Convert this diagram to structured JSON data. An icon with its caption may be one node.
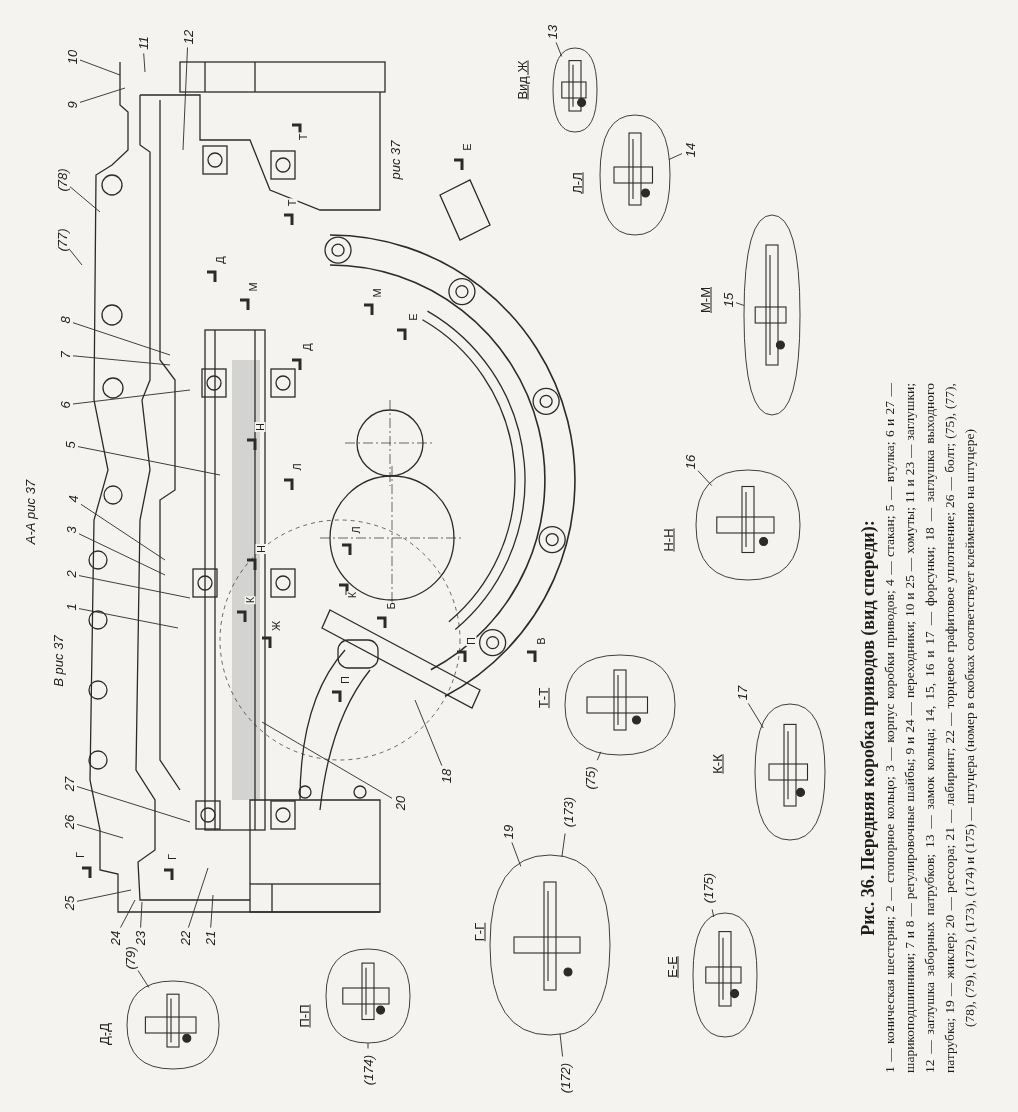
{
  "diagram": {
    "title": "Рис. 36. Передняя коробка приводов (вид спереди):",
    "caption": "1 — коническая шестерня; 2 — стопорное кольцо; 3 — корпус коробки приводов; 4 — стакан; 5 — втулка; 6 и 27 — шарикоподшипники; 7 и 8 — регулировочные шайбы; 9 и 24 — переходники; 10 и 25 — хомуты; 11 и 23 — заглушки; 12 — заглушка заборных патрубков; 13 — замок кольца; 14, 15, 16 и 17 — форсунки; 18 — заглушка выходного патрубка; 19 — жиклер; 20 — рессора; 21 — лабиринт; 22 — торцевое графитовое уплотнение; 26 — болт; (75), (77), (78), (79), (172), (173), (174) и (175) — штуцера (номер в скобках соответствует клеймению на штуцере)",
    "nodes": [
      {
        "text": [
          "10"
        ]
      },
      {
        "text": [
          "11"
        ]
      },
      {
        "text": [
          "12"
        ]
      },
      {
        "text": [
          "9"
        ]
      },
      {
        "text": [
          "(78)"
        ]
      },
      {
        "text": [
          "(77)"
        ]
      },
      {
        "text": [
          "8"
        ]
      },
      {
        "text": [
          "7"
        ]
      },
      {
        "text": [
          "6"
        ]
      },
      {
        "text": [
          "5"
        ]
      },
      {
        "text": [
          "4"
        ]
      },
      {
        "text": [
          "3"
        ]
      },
      {
        "text": [
          "2"
        ]
      },
      {
        "text": [
          "1"
        ]
      },
      {
        "text": [
          "27"
        ]
      },
      {
        "text": [
          "26"
        ]
      },
      {
        "text": [
          "25"
        ]
      },
      {
        "text": [
          "24"
        ]
      },
      {
        "text": [
          "23"
        ]
      },
      {
        "text": [
          "22"
        ]
      },
      {
        "text": [
          "21"
        ]
      },
      {
        "text": [
          "20"
        ]
      },
      {
        "text": [
          "18"
        ]
      },
      {
        "text": [
          "(79)"
        ]
      },
      {
        "text": [
          "(174)"
        ]
      },
      {
        "text": [
          "(172)"
        ]
      },
      {
        "text": [
          "(173)"
        ]
      },
      {
        "text": [
          "19"
        ]
      },
      {
        "text": [
          "(175)"
        ]
      },
      {
        "text": [
          "(75)"
        ]
      },
      {
        "text": [
          "17"
        ]
      },
      {
        "text": [
          "16"
        ]
      },
      {
        "text": [
          "14"
        ]
      },
      {
        "text": [
          "15"
        ]
      },
      {
        "text": [
          "13"
        ]
      },
      {
        "text": [],
        "shape": "picture"
      },
      {
        "text": [],
        "shape": "picture"
      },
      {
        "text": [],
        "shape": "picture"
      },
      {
        "text": [],
        "shape": "picture"
      },
      {
        "text": [],
        "shape": "picture"
      },
      {
        "text": [],
        "shape": "picture"
      },
      {
        "text": [],
        "shape": "picture"
      },
      {
        "text": [],
        "shape": "picture"
      },
      {
        "text": [],
        "shape": "picture"
      },
      {
        "text": [],
        "shape": "picture"
      }
    ],
    "edges": [
      {
        "from": 0,
        "to": null,
        "arrow": "none"
      },
      {
        "from": 1,
        "to": null,
        "arrow": "none"
      },
      {
        "from": 2,
        "to": null,
        "arrow": "none"
      },
      {
        "from": 3,
        "to": null,
        "arrow": "none"
      },
      {
        "from": 4,
        "to": null,
        "arrow": "none"
      },
      {
        "from": 5,
        "to": null,
        "arrow": "none"
      },
      {
        "from": 6,
        "to": null,
        "arrow": "none"
      },
      {
        "from": 7,
        "to": null,
        "arrow": "none"
      },
      {
        "from": 8,
        "to": null,
        "arrow": "none"
      },
      {
        "from": 9,
        "to": null,
        "arrow": "none"
      },
      {
        "from": 10,
        "to": null,
        "arrow": "none"
      },
      {
        "from": 11,
        "to": null,
        "arrow": "none"
      },
      {
        "from": 12,
        "to": null,
        "arrow": "none"
      },
      {
        "from": 13,
        "to": null,
        "arrow": "none"
      },
      {
        "from": 14,
        "to": null,
        "arrow": "none"
      },
      {
        "from": 15,
        "to": null,
        "arrow": "none"
      },
      {
        "from": 16,
        "to": null,
        "arrow": "none"
      },
      {
        "from": 17,
        "to": null,
        "arrow": "none"
      },
      {
        "from": 18,
        "to": null,
        "arrow": "none"
      },
      {
        "from": 19,
        "to": null,
        "arrow": "none"
      },
      {
        "from": 20,
        "to": null,
        "arrow": "none"
      },
      {
        "from": 21,
        "to": null,
        "arrow": "none"
      },
      {
        "from": 22,
        "to": null,
        "arrow": "none"
      },
      {
        "from": 23,
        "to": 44,
        "arrow": "none"
      },
      {
        "from": 24,
        "to": 43,
        "arrow": "none"
      },
      {
        "from": 25,
        "to": 41,
        "arrow": "none"
      },
      {
        "from": 26,
        "to": 41,
        "arrow": "none"
      },
      {
        "from": 27,
        "to": 41,
        "arrow": "none"
      },
      {
        "from": 28,
        "to": 42,
        "arrow": "none"
      },
      {
        "from": 29,
        "to": 39,
        "arrow": "none"
      },
      {
        "from": 30,
        "to": 40,
        "arrow": "none"
      },
      {
        "from": 31,
        "to": 38,
        "arrow": "none"
      },
      {
        "from": 32,
        "to": 35,
        "arrow": "none"
      },
      {
        "from": 33,
        "to": 37,
        "arrow": "none"
      },
      {
        "from": 34,
        "to": 36,
        "arrow": "none"
      }
    ],
    "labels": [
      "А-А рис 37",
      "В рис 37",
      "рис 37",
      "Вид Ж",
      "Л-Л",
      "М-М",
      "Н-Н",
      "Т-Т",
      "К-К",
      "Г-Г",
      "Е-Е",
      "П-П",
      "Д-Д",
      "Т",
      "Т",
      "Е",
      "Д",
      "М",
      "М",
      "Е",
      "Д",
      "Н",
      "Л",
      "Л",
      "Н",
      "К",
      "К",
      "Б",
      "Ж",
      "П",
      "П",
      "В",
      "Г",
      "Г"
    ]
  }
}
